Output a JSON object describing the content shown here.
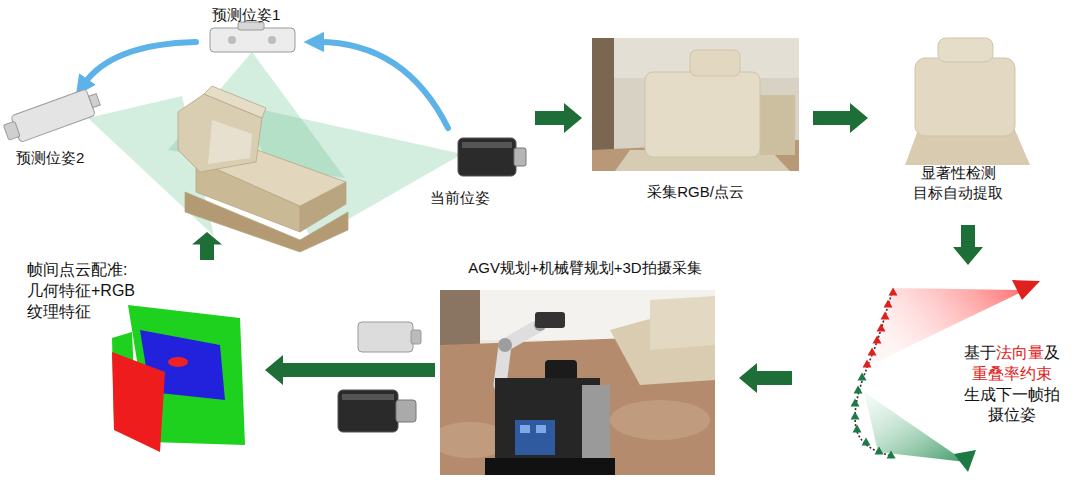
{
  "diagram": {
    "nodes": [
      {
        "text": [
          "预测位姿1",
          "预测位姿2",
          "当前位姿"
        ]
      },
      {
        "text": [
          "采集RGB/点云"
        ]
      },
      {
        "text": [
          "显著性检测 目标自动提取"
        ]
      },
      {
        "text": [
          "基于法向量及重叠率约束生成下一帧拍摄位姿"
        ]
      },
      {
        "text": [
          "AGV规划+机械臂规划+3D拍摄采集"
        ]
      },
      {
        "text": [
          "帧间点云配准: 几何特征+RGB 纹理特征"
        ]
      }
    ],
    "edges": [
      {
        "from": 0,
        "to": 1,
        "arrow": "to"
      },
      {
        "from": 1,
        "to": 2,
        "arrow": "to"
      },
      {
        "from": 2,
        "to": 3,
        "arrow": "to"
      },
      {
        "from": 3,
        "to": 4,
        "arrow": "to"
      },
      {
        "from": 4,
        "to": 5,
        "arrow": "to"
      },
      {
        "from": 5,
        "to": 0,
        "arrow": "to"
      }
    ]
  }
}
